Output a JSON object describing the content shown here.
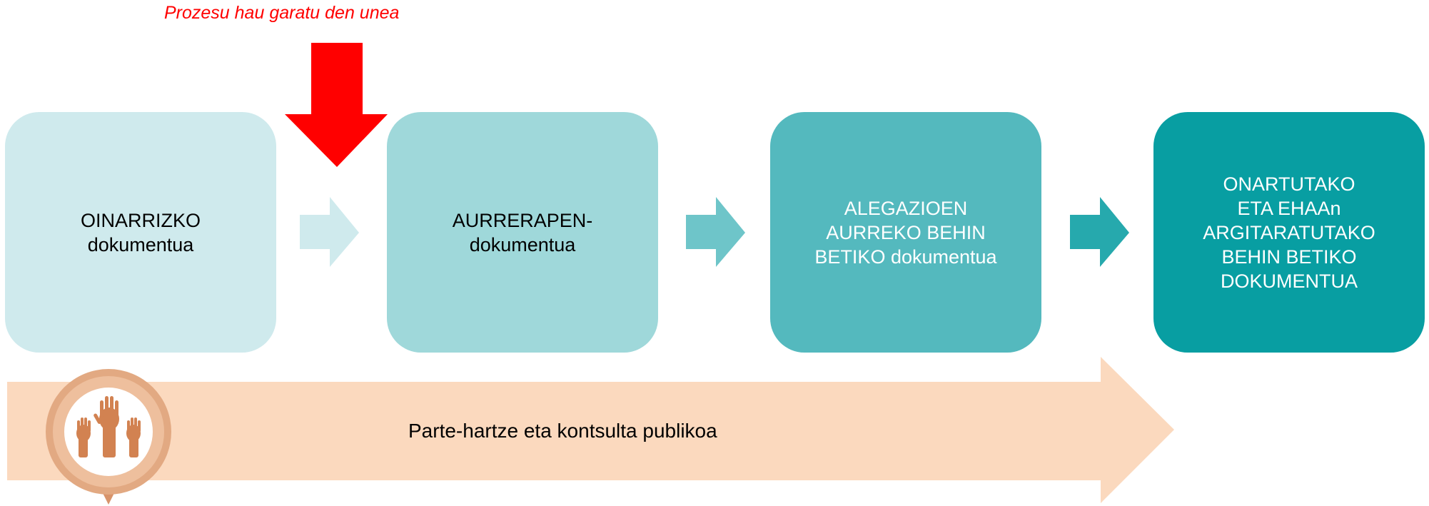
{
  "marker": {
    "caption": "Prozesu hau garatu den unea",
    "color": "#ff0000"
  },
  "stages": [
    {
      "label": "OINARRIZKO\ndokumentua",
      "color": "#cfeaed"
    },
    {
      "label": "AURRERAPEN-\ndokumentua",
      "color": "#9fd8da"
    },
    {
      "label": "ALEGAZIOEN\nAURREKO BEHIN\nBETIKO dokumentua",
      "color": "#54b9be"
    },
    {
      "label": "ONARTUTAKO\nETA EHAAn\nARGITARATUTAKO\nBEHIN BETIKO\nDOKUMENTUA",
      "color": "#089ea2"
    }
  ],
  "participation": {
    "label": "Parte-hartze eta kontsulta publikoa",
    "band_color": "#fbd9be",
    "icon": "raised-hands-icon"
  }
}
